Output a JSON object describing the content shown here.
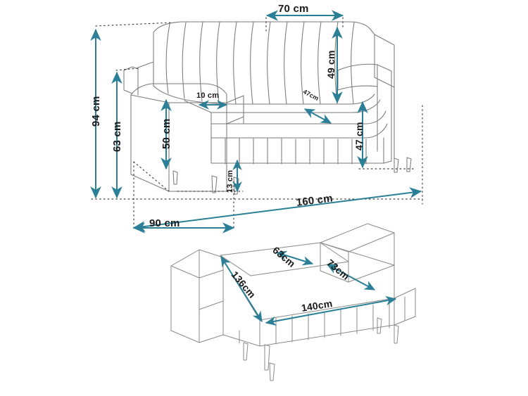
{
  "drawing": {
    "title": "Sofa bed dimension diagram",
    "background_color": "#ffffff",
    "line_color": "#6d6d6d",
    "dimension_color": "#2b7f96",
    "text_color": "#1a1a1a",
    "views": [
      {
        "name": "sofa-closed-view",
        "description": "Three seater sofa in closed position, perspective view"
      },
      {
        "name": "sofa-open-view",
        "description": "Sofa bed unfolded into sleeping position, perspective view"
      }
    ]
  },
  "dimensions": {
    "total_height": "94 cm",
    "back_height": "63 cm",
    "arm_height": "50 cm",
    "arm_width": "10 cm",
    "backrest_width": "70 cm",
    "backrest_height": "49 cm",
    "seat_depth_diag": "47cm",
    "seat_height_right": "47 cm",
    "leg_height": "13 cm",
    "total_width": "160 cm",
    "total_depth": "90 cm",
    "bed_inner_depth": "63cm",
    "bed_outer_depth": "73cm",
    "bed_length_inner": "136cm",
    "bed_length_outer": "140cm"
  }
}
